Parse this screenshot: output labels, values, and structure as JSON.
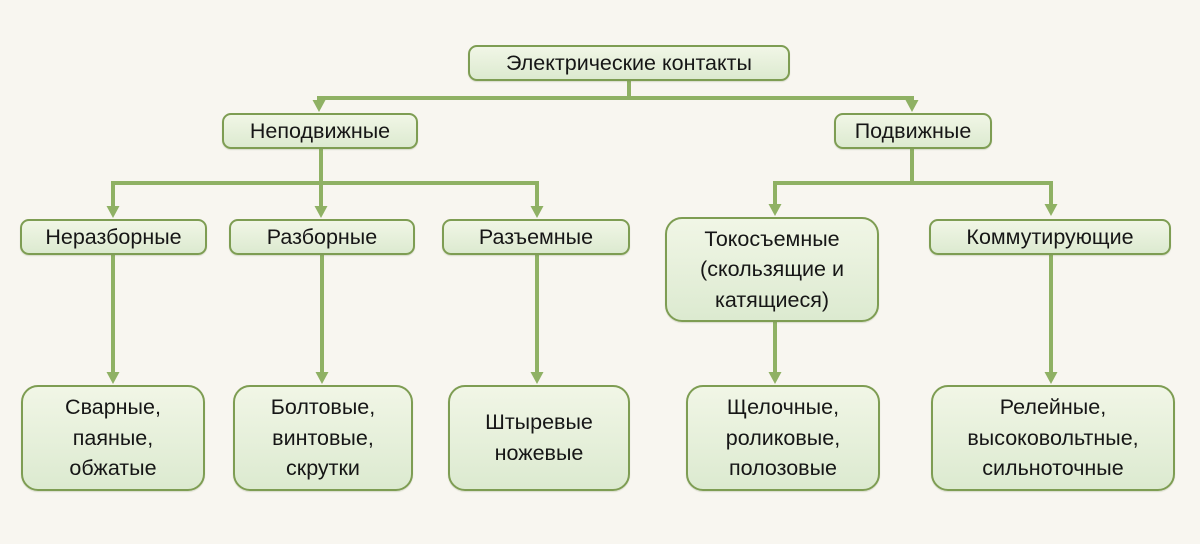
{
  "tree": {
    "root": "Электрические контакты",
    "branches": [
      {
        "label": "Неподвижные",
        "children": [
          {
            "label": "Неразборные",
            "leaf": "Сварные,\nпаяные,\nобжатые"
          },
          {
            "label": "Разборные",
            "leaf": "Болтовые,\nвинтовые,\nскрутки"
          },
          {
            "label": "Разъемные",
            "leaf": "Штыревые\nножевые"
          }
        ]
      },
      {
        "label": "Подвижные",
        "children": [
          {
            "label": "Токосъемные\n(скользящие и\nкатящиеся)",
            "leaf": "Щелочные,\nроликовые,\nполозовые"
          },
          {
            "label": "Коммутирующие",
            "leaf": "Релейные,\nвысоковольтные,\nсильноточные"
          }
        ]
      }
    ]
  },
  "colors": {
    "background": "#f8f6f0",
    "box_fill_top": "#f1f6e6",
    "box_fill_bottom": "#dcead0",
    "box_border": "#7e9d53",
    "connector": "#8fb164",
    "text": "#161616"
  }
}
